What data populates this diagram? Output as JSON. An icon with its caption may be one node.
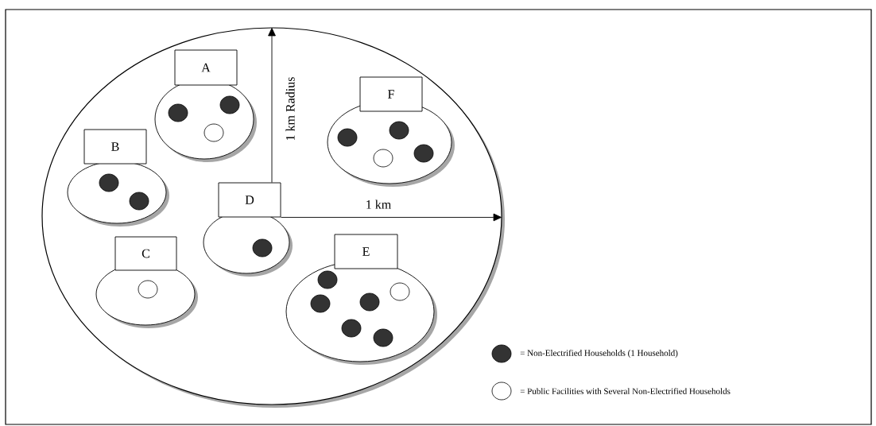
{
  "diagram": {
    "nodes": [
      {
        "text": [],
        "shape": "ellipse"
      },
      {
        "text": [
          "A"
        ],
        "in": 0
      },
      {
        "text": [
          "B"
        ],
        "in": 0
      },
      {
        "text": [
          "C"
        ],
        "in": 0
      },
      {
        "text": [
          "D"
        ],
        "in": 0
      },
      {
        "text": [
          "E"
        ],
        "in": 0
      },
      {
        "text": [
          "F"
        ],
        "in": 0
      }
    ],
    "edges": [
      {
        "from": 4,
        "to": 0,
        "arrow": "to",
        "label": "1 km Radius"
      },
      {
        "from": 4,
        "to": 0,
        "arrow": "to",
        "label": "1 km"
      }
    ],
    "legend": [
      {
        "text": "= Non-Electrified Households (1 Household)",
        "color": "#333333"
      },
      {
        "text": "= Public Facilities with Several Non-Electrified Households"
      }
    ]
  }
}
